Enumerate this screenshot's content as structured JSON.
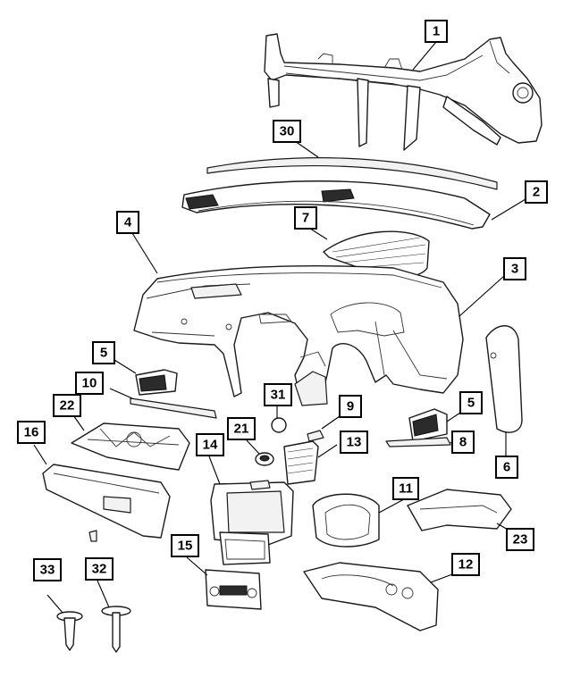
{
  "diagram": {
    "callouts": [
      "1",
      "2",
      "3",
      "4",
      "5",
      "5",
      "6",
      "7",
      "8",
      "9",
      "10",
      "11",
      "12",
      "13",
      "14",
      "15",
      "16",
      "21",
      "22",
      "23",
      "30",
      "31",
      "32",
      "33"
    ]
  }
}
